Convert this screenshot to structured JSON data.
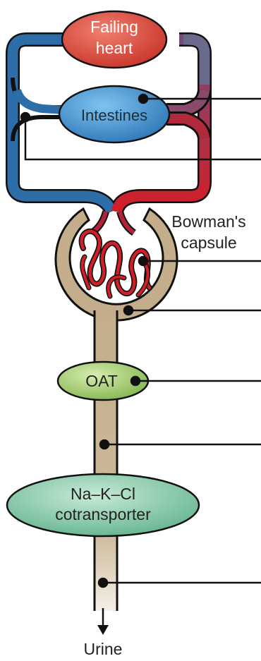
{
  "diagram": {
    "nodes": {
      "heart": {
        "line1": "Failing",
        "line2": "heart"
      },
      "intestines": {
        "label": "Intestines"
      },
      "capsule": {
        "line1": "Bowman's",
        "line2": "capsule"
      },
      "oat": {
        "label": "OAT"
      },
      "nkcc": {
        "line1": "Na–K–Cl",
        "line2": "cotransporter"
      },
      "urine": {
        "label": "Urine"
      }
    },
    "colors": {
      "venous": "#2e6ea8",
      "arterial": "#d21e26",
      "tubule": "#c3ad8a",
      "heart_fill": "#d94a3a",
      "intestine_fill": "#3f8fc9",
      "oat_fill": "#8fbf5c",
      "nkcc_fill": "#6fbf9a"
    }
  }
}
